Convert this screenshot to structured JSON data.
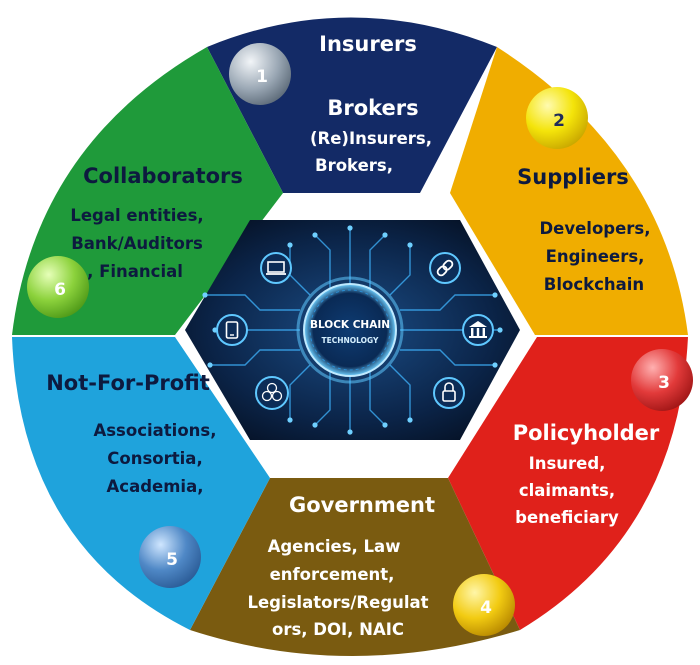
{
  "colors": {
    "insurers": "#132a66",
    "suppliers": "#f0ad00",
    "policyholder": "#e0211b",
    "government": "#7a5b10",
    "nonprofit": "#1fa3dc",
    "collaborators": "#1f9a3a",
    "core_bg": "#0a1c3a"
  },
  "core": {
    "title": "BLOCK CHAIN",
    "subtitle": "TECHNOLOGY"
  },
  "segments": [
    {
      "key": "insurers",
      "number": "1",
      "title": "Insurers",
      "lines": [
        "Brokers",
        "(Re)Insurers,",
        "Brokers,"
      ]
    },
    {
      "key": "suppliers",
      "number": "2",
      "title": "Suppliers",
      "lines": [
        "Developers,",
        "Engineers,",
        "Blockchain"
      ]
    },
    {
      "key": "policyholder",
      "number": "3",
      "title": "Policyholder",
      "lines": [
        "Insured,",
        "claimants,",
        "beneficiary"
      ]
    },
    {
      "key": "government",
      "number": "4",
      "title": "Government",
      "lines": [
        "Agencies, Law",
        "enforcement,",
        "Legislators/Regulat",
        "ors, DOI, NAIC"
      ]
    },
    {
      "key": "nonprofit",
      "number": "5",
      "title": "Not-For-Profit",
      "lines": [
        "Associations,",
        "Consortia,",
        "Academia,"
      ]
    },
    {
      "key": "collaborators",
      "number": "6",
      "title": "Collaborators",
      "lines": [
        "Legal entities,",
        "Bank/Auditors",
        ", Financial"
      ]
    }
  ],
  "icons": [
    "laptop-icon",
    "link-icon",
    "tablet-icon",
    "bank-icon",
    "bitcoin-cluster-icon",
    "lock-icon"
  ]
}
